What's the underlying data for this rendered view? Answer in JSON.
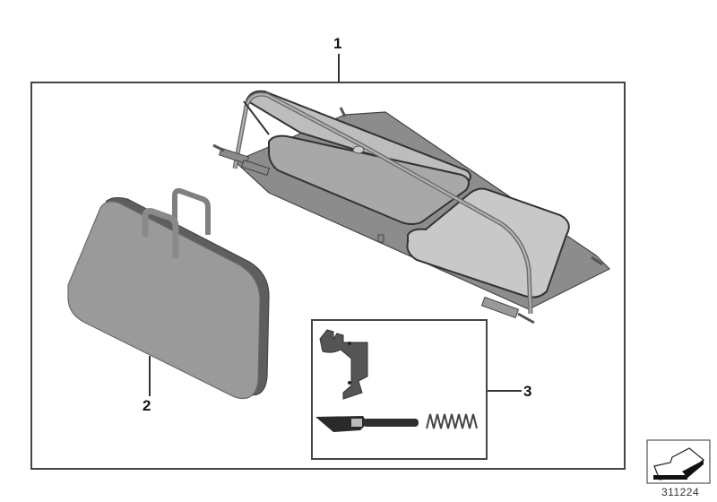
{
  "diagram": {
    "type": "parts-illustration",
    "callouts": [
      {
        "id": "1",
        "label": "1",
        "part": "wind-deflector"
      },
      {
        "id": "2",
        "label": "2",
        "part": "storage-bag"
      },
      {
        "id": "3",
        "label": "3",
        "part": "mounting-kit"
      }
    ],
    "reference_number": "311224",
    "colors": {
      "line": "#333333",
      "part_fill": "#9a9a9a",
      "part_dark": "#5a5a5a",
      "glass": "#c4c4c4",
      "background": "#ffffff"
    }
  }
}
